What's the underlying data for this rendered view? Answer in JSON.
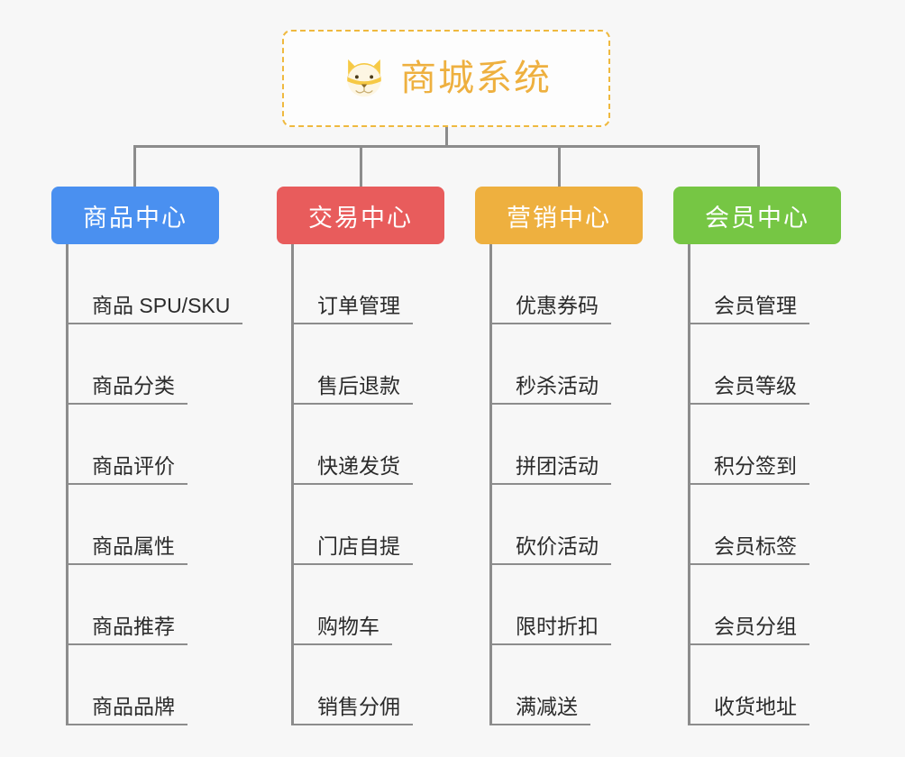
{
  "root": {
    "title": "商城系统",
    "logo_icon": "shiba-dog-icon",
    "border_color": "#efb93f",
    "text_color": "#eeb03f"
  },
  "connector": {
    "color": "#8c8c8c"
  },
  "columns": [
    {
      "id": "product-center",
      "label": "商品中心",
      "color": "#4a90f0",
      "items": [
        {
          "label": "商品 SPU/SKU"
        },
        {
          "label": "商品分类"
        },
        {
          "label": "商品评价"
        },
        {
          "label": "商品属性"
        },
        {
          "label": "商品推荐"
        },
        {
          "label": "商品品牌"
        }
      ]
    },
    {
      "id": "trade-center",
      "label": "交易中心",
      "color": "#e85c5c",
      "items": [
        {
          "label": "订单管理"
        },
        {
          "label": "售后退款"
        },
        {
          "label": "快递发货"
        },
        {
          "label": "门店自提"
        },
        {
          "label": "购物车"
        },
        {
          "label": "销售分佣"
        }
      ]
    },
    {
      "id": "marketing-center",
      "label": "营销中心",
      "color": "#eeb03f",
      "items": [
        {
          "label": "优惠券码"
        },
        {
          "label": "秒杀活动"
        },
        {
          "label": "拼团活动"
        },
        {
          "label": "砍价活动"
        },
        {
          "label": "限时折扣"
        },
        {
          "label": "满减送"
        }
      ]
    },
    {
      "id": "member-center",
      "label": "会员中心",
      "color": "#76c644",
      "items": [
        {
          "label": "会员管理"
        },
        {
          "label": "会员等级"
        },
        {
          "label": "积分签到"
        },
        {
          "label": "会员标签"
        },
        {
          "label": "会员分组"
        },
        {
          "label": "收货地址"
        }
      ]
    }
  ]
}
